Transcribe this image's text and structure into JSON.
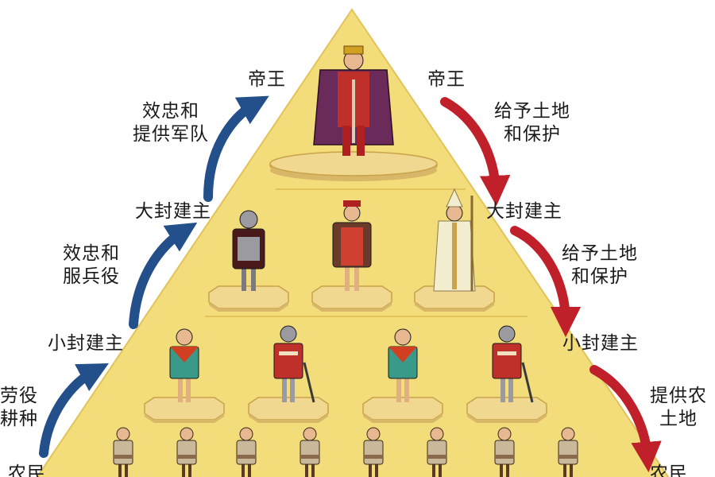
{
  "levels": {
    "emperor": "帝王",
    "great_lord": "大封建主",
    "lesser_lord": "小封建主",
    "peasant": "农民"
  },
  "left_arrows": {
    "top_line1": "效忠和",
    "top_line2": "提供军队",
    "mid_line1": "效忠和",
    "mid_line2": "服兵役",
    "low_line1": "劳役",
    "low_line2": "耕种"
  },
  "right_arrows": {
    "top_line1": "给予土地",
    "top_line2": "和保护",
    "mid_line1": "给予土地",
    "mid_line2": "和保护",
    "low_line1": "提供农",
    "low_line2": "土地"
  },
  "colors": {
    "pyramid": "#f3dc7a",
    "pyramid_edge": "#e2c35a",
    "arrow_left": "#23508a",
    "arrow_right": "#c0202a",
    "pedestal": "#f0d890",
    "pedestal_edge": "#c9a24a"
  }
}
